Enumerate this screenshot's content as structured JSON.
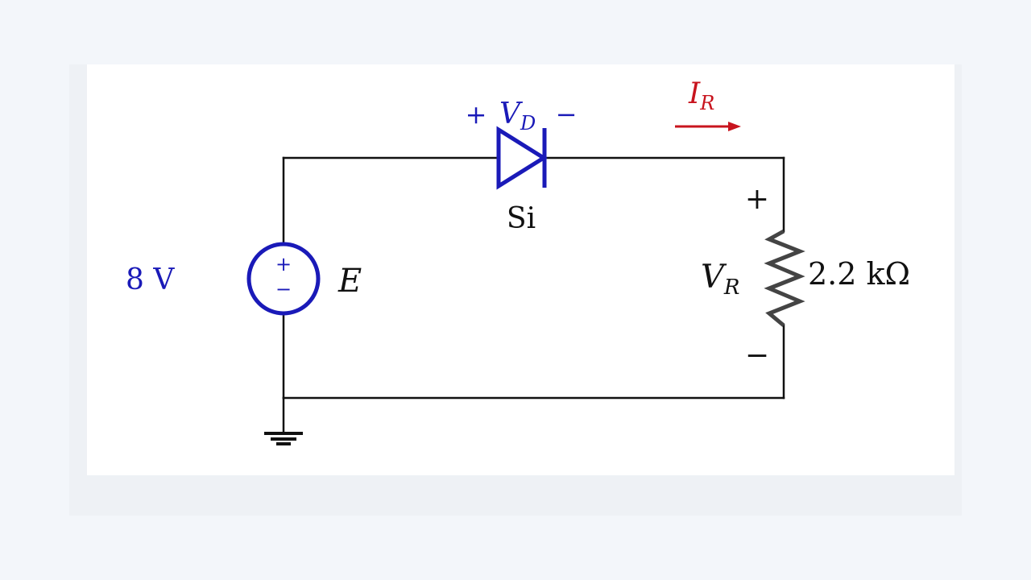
{
  "colors": {
    "wire": "#111111",
    "component_blue": "#1a1ab8",
    "current_red": "#c8141e",
    "resistor": "#444444",
    "background": "#f3f6fa",
    "card": "#ffffff"
  },
  "source": {
    "value": "8 V",
    "name": "E",
    "plus": "+",
    "minus": "−"
  },
  "diode": {
    "material": "Si",
    "plus": "+",
    "minus": "−",
    "voltage_symbol": "V",
    "voltage_sub": "D"
  },
  "current": {
    "symbol": "I",
    "sub": "R"
  },
  "resistor": {
    "value": "2.2 kΩ",
    "voltage_symbol": "V",
    "voltage_sub": "R",
    "plus": "+",
    "minus": "−"
  }
}
